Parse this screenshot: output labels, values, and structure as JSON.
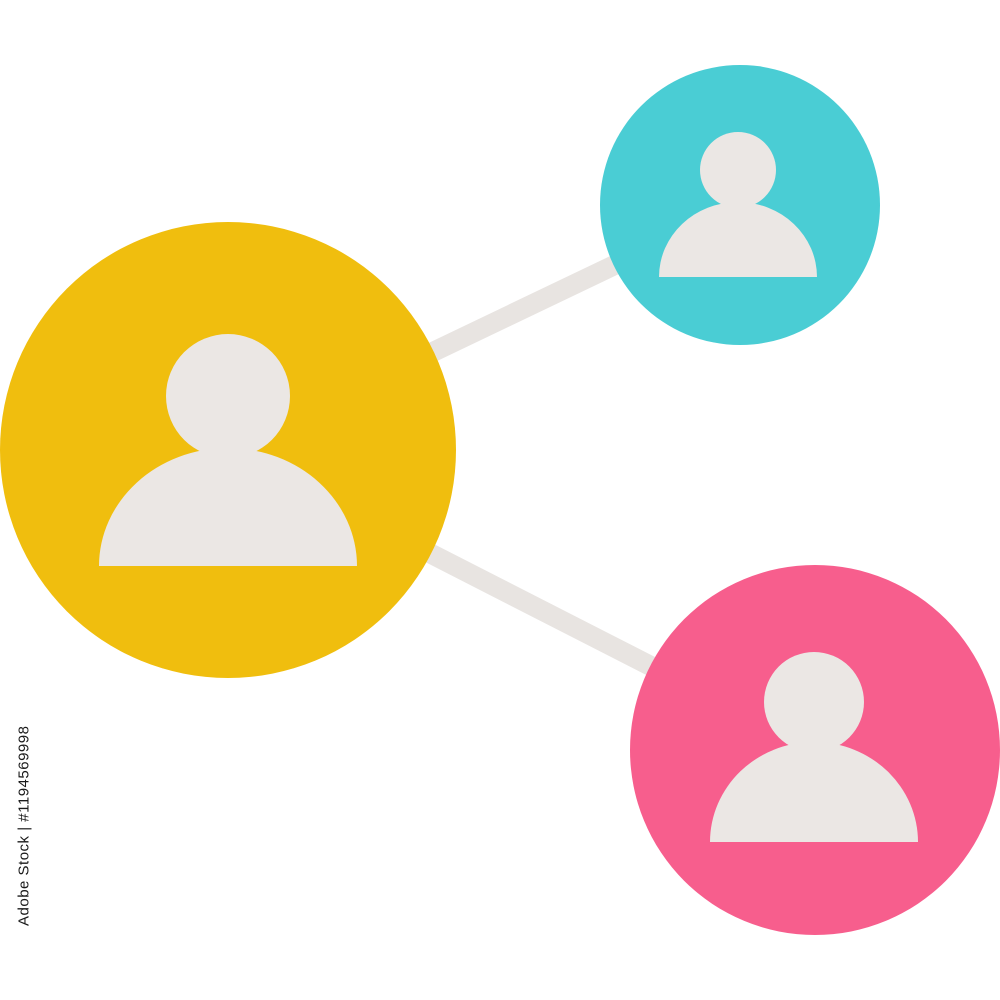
{
  "colors": {
    "background": "#ffffff",
    "connector": "#e8e4e1",
    "person_fill": "#ebe7e4",
    "main_node": "#f0be0e",
    "top_right_node": "#4acdd4",
    "bottom_right_node": "#f75e8d"
  },
  "nodes": [
    {
      "role": "main-user",
      "icon": "user-icon",
      "color": "#f0be0e"
    },
    {
      "role": "connected-user-top",
      "icon": "user-icon",
      "color": "#4acdd4"
    },
    {
      "role": "connected-user-bottom",
      "icon": "user-icon",
      "color": "#f75e8d"
    }
  ],
  "stock_id": "Adobe Stock | #1194569998"
}
